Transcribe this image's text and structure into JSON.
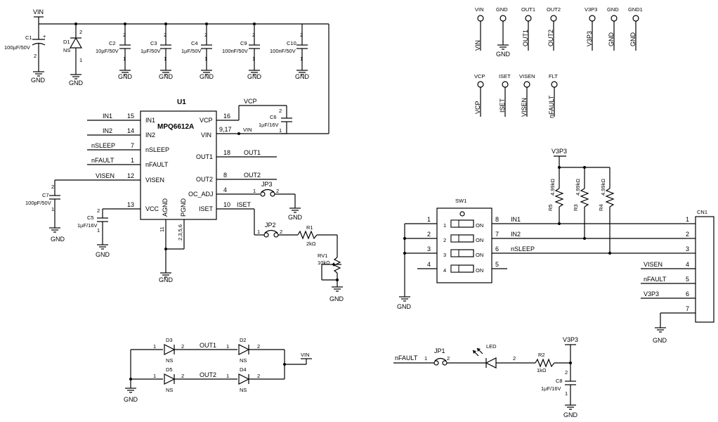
{
  "nets": {
    "vin_top": "VIN",
    "gnd": "GND",
    "vcp": "VCP",
    "v3p3": "V3P3",
    "vin_u1": "VIN",
    "vin_diode": "VIN"
  },
  "top_caps": [
    {
      "ref": "C1",
      "value": "100µF/50V",
      "p2": "+",
      "p1": "2"
    },
    {
      "ref": "D1",
      "value": "NS",
      "p2": "2",
      "p1": "1"
    },
    {
      "ref": "C2",
      "value": "10µF/50V",
      "p2": "2",
      "p1": "1"
    },
    {
      "ref": "C3",
      "value": "1µF/50V",
      "p2": "2",
      "p1": "1"
    },
    {
      "ref": "C4",
      "value": "1µF/50V",
      "p2": "2",
      "p1": "1"
    },
    {
      "ref": "C9",
      "value": "100nF/50V",
      "p2": "2",
      "p1": "1"
    },
    {
      "ref": "C10",
      "value": "100nF/50V",
      "p2": "2",
      "p1": "1"
    }
  ],
  "u1": {
    "ref": "U1",
    "part": "MPQ6612A",
    "left_pins": [
      {
        "net": "IN1",
        "num": "15",
        "name": "IN1"
      },
      {
        "net": "IN2",
        "num": "14",
        "name": "IN2"
      },
      {
        "net": "nSLEEP",
        "num": "7",
        "name": "nSLEEP"
      },
      {
        "net": "nFAULT",
        "num": "1",
        "name": "nFAULT"
      },
      {
        "net": "VISEN",
        "num": "12",
        "name": "VISEN"
      },
      {
        "net": "",
        "num": "13",
        "name": "VCC"
      }
    ],
    "right_pins": [
      {
        "name": "VCP",
        "num": "16"
      },
      {
        "name": "VIN",
        "num": "9,17"
      },
      {
        "name": "OUT1",
        "num": "18",
        "net": "OUT1"
      },
      {
        "name": "OUT2",
        "num": "8",
        "net": "OUT2"
      },
      {
        "name": "OC_ADJ",
        "num": "4"
      },
      {
        "name": "ISET",
        "num": "10",
        "net": "ISET"
      }
    ],
    "bottom_pins": [
      {
        "name": "AGND",
        "num": "11"
      },
      {
        "name": "PGND",
        "num": "2,3,5,6"
      }
    ]
  },
  "c6": {
    "ref": "C6",
    "value": "1µF/16V",
    "p2": "2",
    "p1": "1"
  },
  "c7": {
    "ref": "C7",
    "value": "100pF/50V",
    "p2": "2",
    "p1": "1"
  },
  "c5": {
    "ref": "C5",
    "value": "1µF/16V",
    "p2": "2",
    "p1": "1"
  },
  "jp3": {
    "ref": "JP3",
    "p1": "1",
    "p2": "2"
  },
  "jp2": {
    "ref": "JP2",
    "p1": "1",
    "p2": "2"
  },
  "r1": {
    "ref": "R1",
    "value": "2kΩ"
  },
  "rv1": {
    "ref": "RV1",
    "value": "10kΩ"
  },
  "test_points_row1": [
    {
      "top": "VIN",
      "side": "VIN"
    },
    {
      "top": "GND",
      "side": "GND"
    },
    {
      "top": "OUT1",
      "side": "OUT1"
    },
    {
      "top": "OUT2",
      "side": "OUT2"
    },
    {
      "top": "V3P3",
      "side": "V3P3"
    },
    {
      "top": "GND",
      "side": "GND"
    },
    {
      "top": "GND1",
      "side": "GND"
    }
  ],
  "test_points_row2": [
    {
      "top": "VCP",
      "side": "VCP"
    },
    {
      "top": "ISET",
      "side": "ISET"
    },
    {
      "top": "VISEN",
      "side": "VISEN"
    },
    {
      "top": "FLT",
      "side": "nFAULT"
    }
  ],
  "pullups": [
    {
      "ref": "R5",
      "value": "4.99kΩ"
    },
    {
      "ref": "R3",
      "value": "4.99kΩ"
    },
    {
      "ref": "R4",
      "value": "4.99kΩ"
    }
  ],
  "sw1": {
    "ref": "SW1",
    "left_pins": [
      "1",
      "2",
      "3",
      "4"
    ],
    "inner_left": [
      "1",
      "2",
      "3",
      "4"
    ],
    "on_labels": [
      "ON",
      "ON",
      "ON",
      "ON"
    ],
    "right_pins": [
      "8",
      "7",
      "6",
      "5"
    ],
    "nets": [
      "IN1",
      "IN2",
      "nSLEEP",
      ""
    ]
  },
  "cn1": {
    "ref": "CN1",
    "pins": [
      "1",
      "2",
      "3",
      "4",
      "5",
      "6",
      "7"
    ],
    "nets": [
      "",
      "",
      "",
      "VISEN",
      "nFAULT",
      "V3P3",
      ""
    ]
  },
  "diodes": [
    {
      "ref": "D3",
      "value": "NS",
      "p1": "1",
      "p2": "2"
    },
    {
      "ref": "D2",
      "value": "NS",
      "p1": "1",
      "p2": "2"
    },
    {
      "ref": "D5",
      "value": "NS",
      "p1": "1",
      "p2": "2"
    },
    {
      "ref": "D4",
      "value": "NS",
      "p1": "1",
      "p2": "2"
    }
  ],
  "diode_nets": {
    "out1": "OUT1",
    "out2": "OUT2"
  },
  "led_circuit": {
    "net": "nFAULT",
    "jp_ref": "JP1",
    "jp_p1": "1",
    "jp_p2": "2",
    "led": "LED",
    "led_p2": "2",
    "r2_ref": "R2",
    "r2_value": "1kΩ",
    "c8_ref": "C8",
    "c8_value": "1µF/16V",
    "c8_p2": "2",
    "c8_p1": "1"
  }
}
